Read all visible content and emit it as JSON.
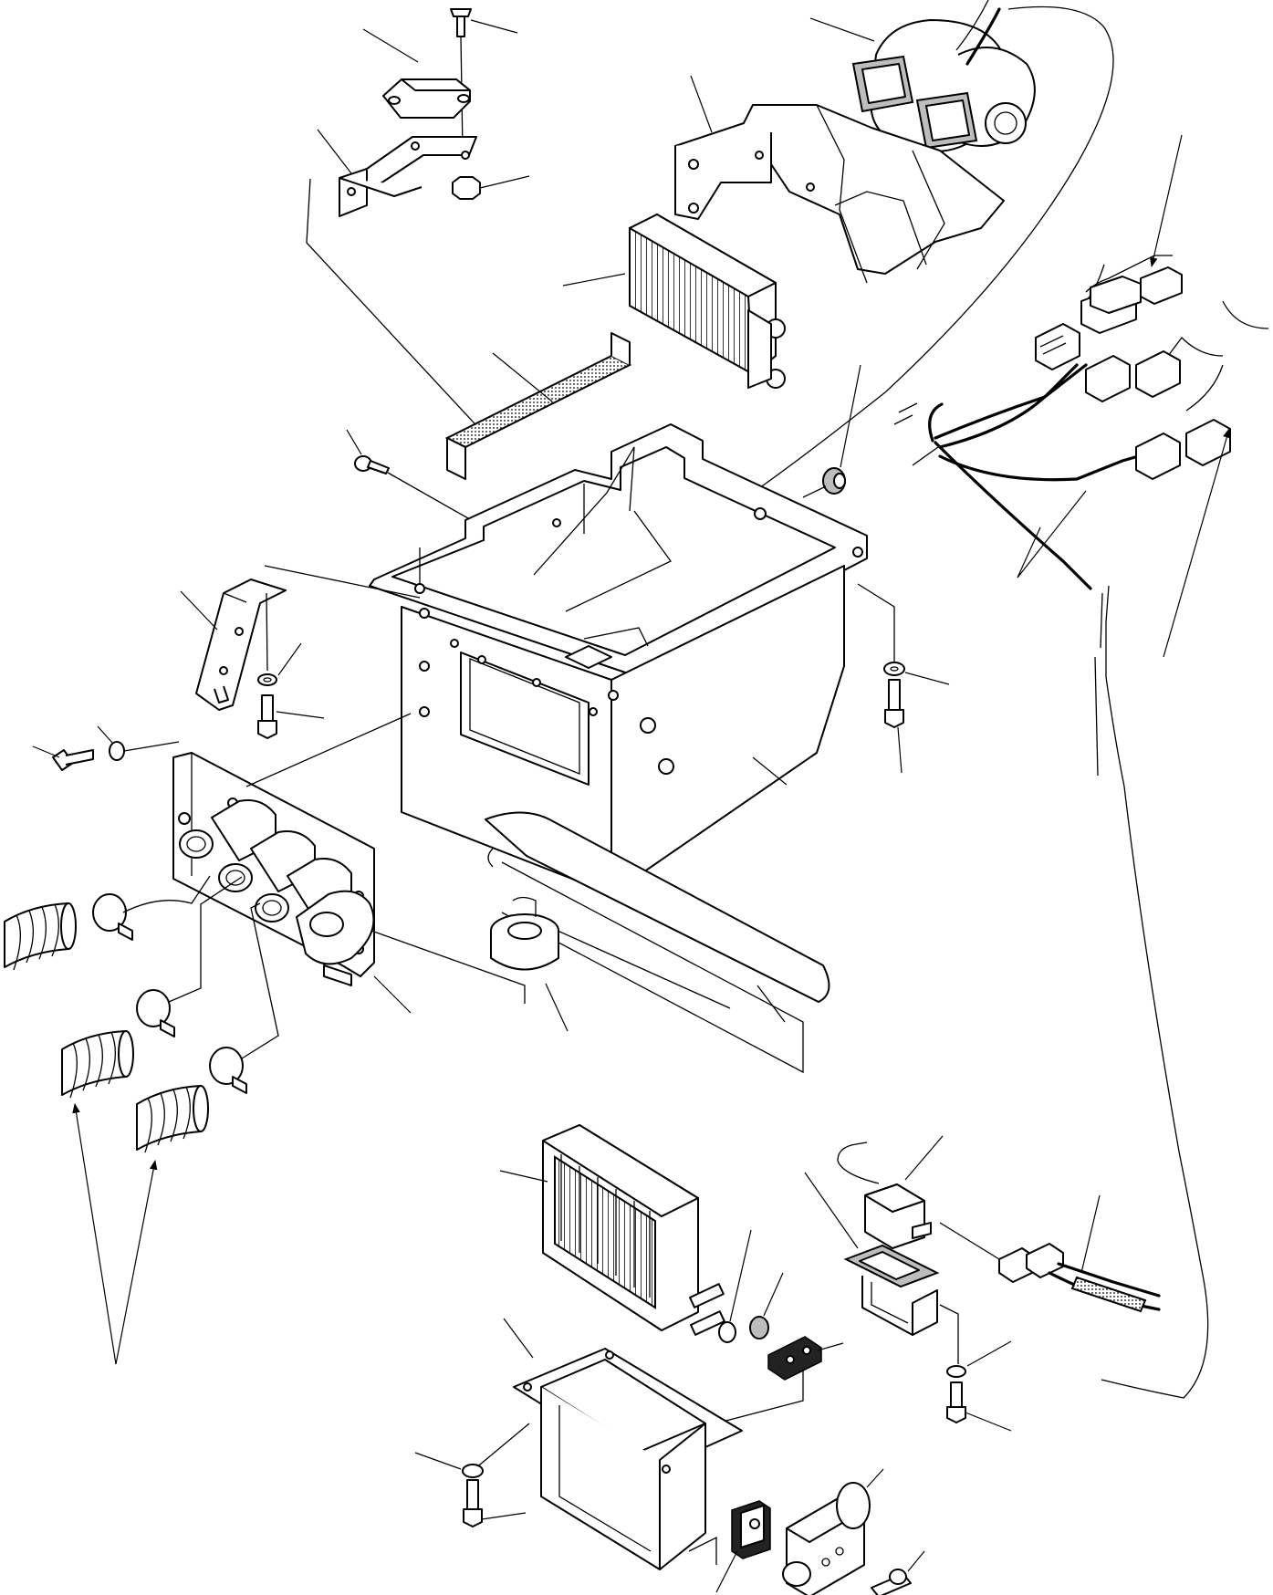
{
  "diagram": {
    "type": "exploded-parts-diagram",
    "callout_labels_printed": false,
    "parts": [
      "screw-top",
      "relay-top",
      "relay-bracket",
      "nut-top",
      "blower-fan-motor",
      "blower-duct-housing",
      "heater-core",
      "seal-strip",
      "grommet",
      "screw-small",
      "main-case",
      "left-bracket",
      "washer-left",
      "bolt-left",
      "bolt-front",
      "washer-front",
      "vent-plate",
      "duct-hose-1",
      "duct-hose-2",
      "duct-hose-3",
      "hose-clamp-1",
      "hose-clamp-2",
      "hose-clamp-3",
      "drain-cap",
      "mounting-frame",
      "wiring-harness",
      "harness-connectors",
      "washer-right",
      "bolt-right",
      "evaporator",
      "evap-tray",
      "o-ring-1",
      "o-ring-2",
      "pipe-gasket",
      "expansion-valve",
      "valve-bracket",
      "valve-bolt",
      "thermo-switch",
      "switch-bracket",
      "washer-low",
      "bolt-low",
      "washer-tray",
      "bolt-tray",
      "arrow-pointer"
    ]
  }
}
